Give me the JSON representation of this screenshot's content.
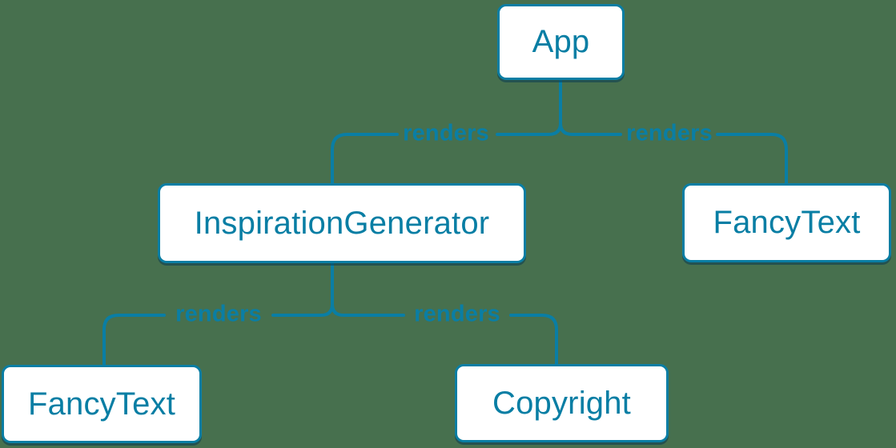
{
  "diagram": {
    "type": "component-tree",
    "colors": {
      "background": "#47704E",
      "accent": "#0A7EA4",
      "node_text": "#087EA4",
      "node_background": "#FFFFFF"
    },
    "nodes": [
      {
        "id": "app",
        "label": "App"
      },
      {
        "id": "inspiration-generator",
        "label": "InspirationGenerator"
      },
      {
        "id": "fancy-text-right",
        "label": "FancyText"
      },
      {
        "id": "fancy-text-left",
        "label": "FancyText"
      },
      {
        "id": "copyright",
        "label": "Copyright"
      }
    ],
    "edges": [
      {
        "from": "App",
        "to": "InspirationGenerator",
        "label": "renders"
      },
      {
        "from": "App",
        "to": "FancyText",
        "label": "renders"
      },
      {
        "from": "InspirationGenerator",
        "to": "FancyText",
        "label": "renders"
      },
      {
        "from": "InspirationGenerator",
        "to": "Copyright",
        "label": "renders"
      }
    ]
  }
}
